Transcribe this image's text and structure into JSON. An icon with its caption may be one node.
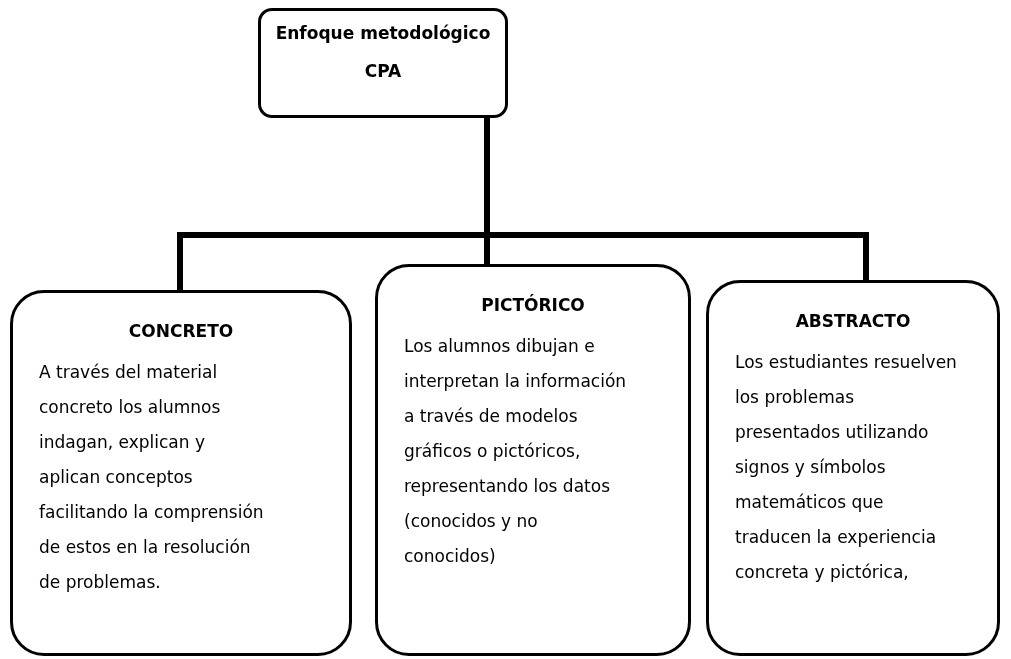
{
  "diagram": {
    "nodes": [
      {
        "text": [
          "Enfoque metodológico",
          "CPA"
        ]
      },
      {
        "text": [
          "CONCRETO",
          "A través del material concreto los alumnos indagan, explican y aplican conceptos facilitando la comprensión de estos en la resolución de problemas."
        ]
      },
      {
        "text": [
          "PICTÓRICO",
          "Los alumnos dibujan e interpretan la información a través de modelos gráficos o pictóricos, representando los datos (conocidos y no conocidos)"
        ]
      },
      {
        "text": [
          "ABSTRACTO",
          "Los estudiantes resuelven los problemas presentados utilizando signos y símbolos matemáticos que traducen la experiencia concreta y pictórica,"
        ]
      }
    ],
    "edges": [
      {
        "from": 0,
        "to": 1,
        "arrow": "none"
      },
      {
        "from": 0,
        "to": 2,
        "arrow": "none"
      },
      {
        "from": 0,
        "to": 3,
        "arrow": "none"
      }
    ]
  }
}
